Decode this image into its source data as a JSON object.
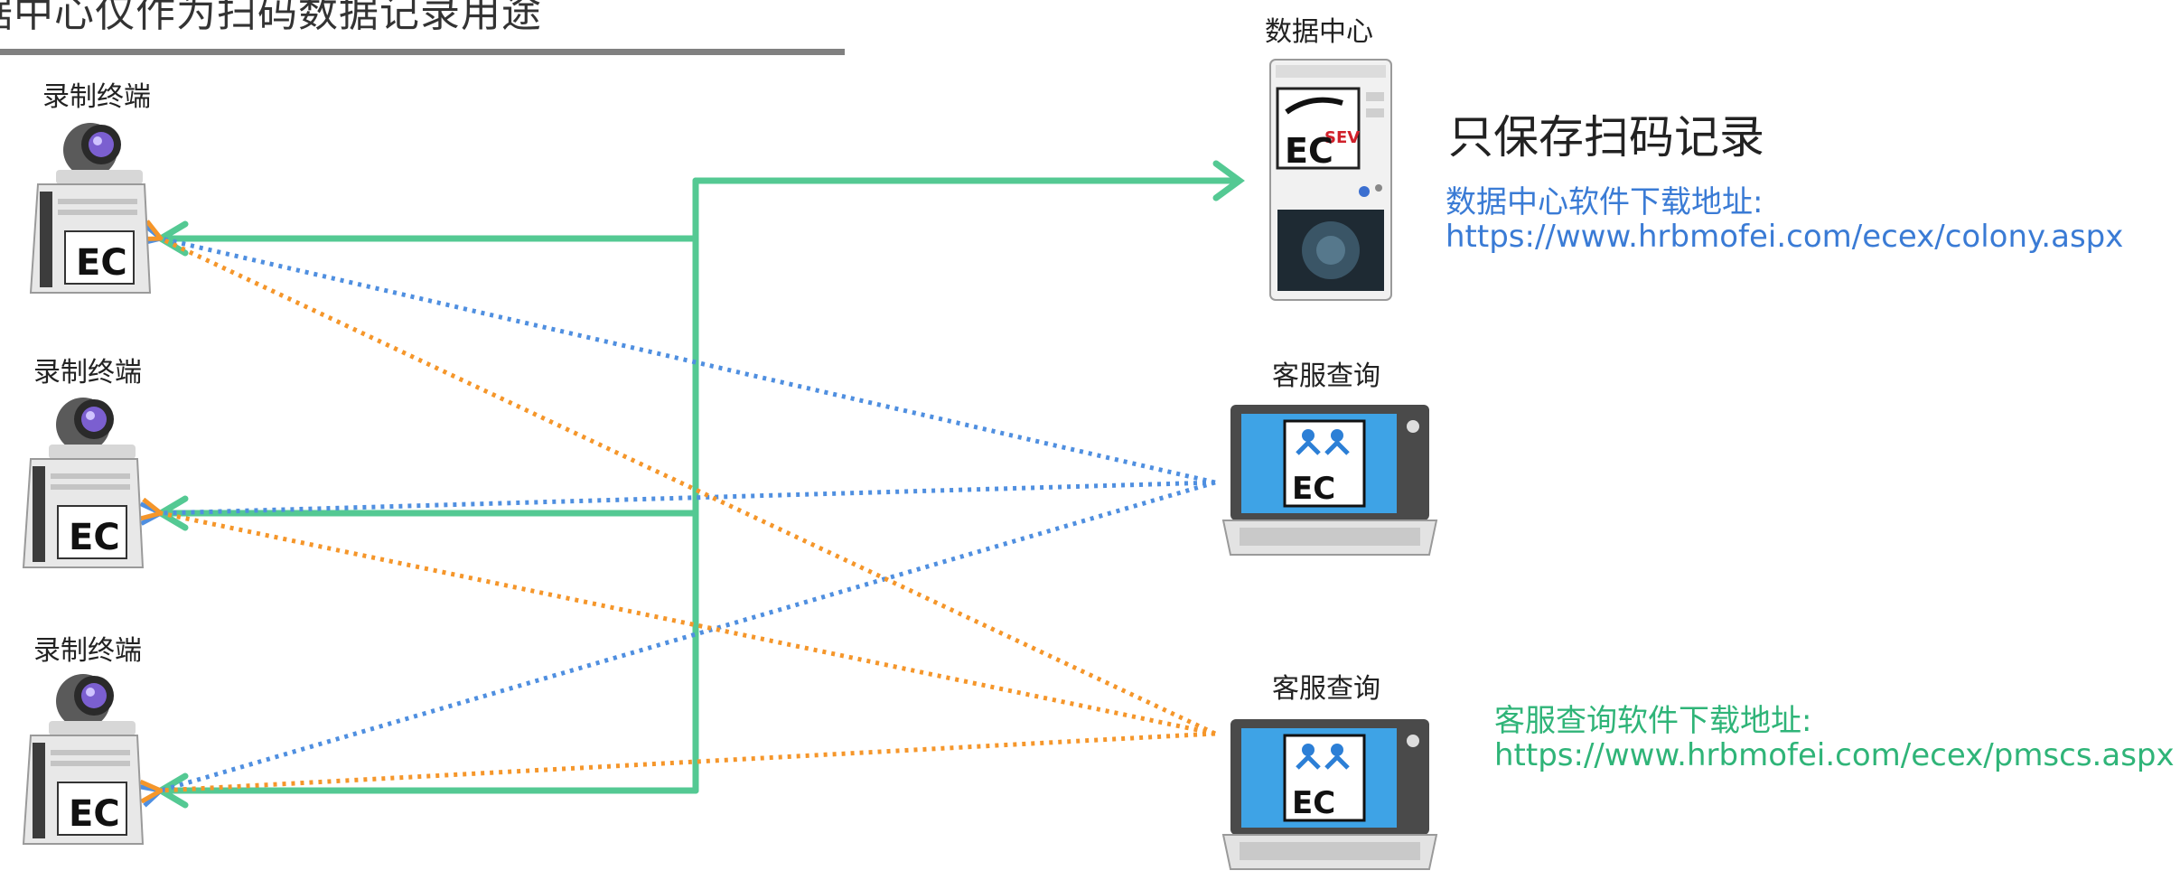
{
  "header": {
    "title": "据中心仅作为扫码数据记录用途"
  },
  "terminals": [
    {
      "label": "录制终端"
    },
    {
      "label": "录制终端"
    },
    {
      "label": "录制终端"
    }
  ],
  "data_center": {
    "label": "数据中心",
    "logo_text": "SEV"
  },
  "service_nodes": [
    {
      "label": "客服查询"
    },
    {
      "label": "客服查询"
    }
  ],
  "notes": {
    "main": "只保存扫码记录",
    "dc_download_label": "数据中心软件下载地址:",
    "dc_download_url": "https://www.hrbmofei.com/ecex/colony.aspx",
    "cs_download_label": "客服查询软件下载地址:",
    "cs_download_url": "https://www.hrbmofei.com/ecex/pmscs.aspx"
  },
  "colors": {
    "green_link": "#54c993",
    "blue_link": "#4f8fe0",
    "orange_link": "#f5962a",
    "blue_text": "#3a7bd5",
    "green_text": "#2fb478"
  },
  "icons": {
    "terminal": "camera-server-icon",
    "data_center": "tower-server-icon",
    "service": "laptop-icon",
    "brand": "ec-logo-icon"
  }
}
